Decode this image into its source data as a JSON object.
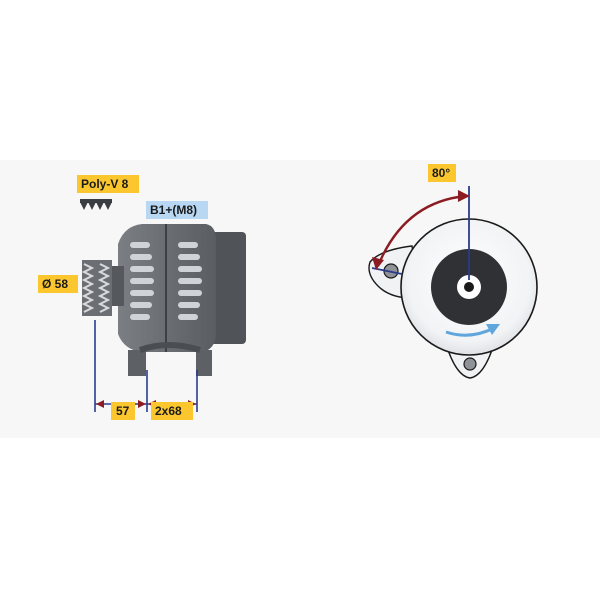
{
  "labels": {
    "belt": "Poly-V 8",
    "terminal": "B1+(M8)",
    "pulley_diameter": "Ø 58",
    "dim_flange": "57",
    "dim_mount": "2x68",
    "rotation_angle": "80°"
  },
  "colors": {
    "label_yellow": "#fbc62e",
    "label_blue": "#b7d7f2",
    "dimension_line": "#2a3c8c",
    "angle_arc": "#8c1b22",
    "rotation_arrow": "#5fa6dc",
    "housing": "#6b6f73",
    "housing_dark": "#4c4f53",
    "shading": "#c9ccd0"
  },
  "icons": {
    "belt_profile": "poly-v-belt-icon",
    "rotation": "clockwise-arrow-icon"
  }
}
